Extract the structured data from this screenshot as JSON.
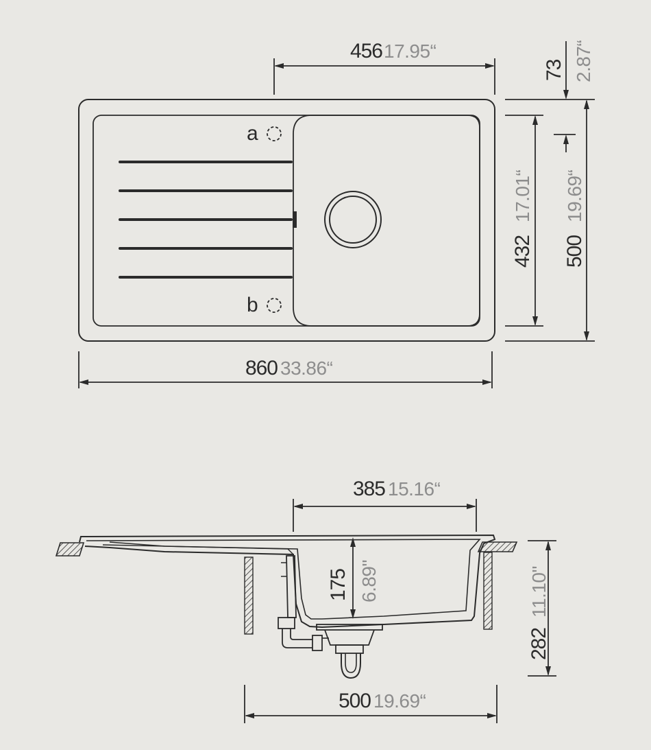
{
  "top_view": {
    "labels": {
      "a": "a",
      "b": "b"
    },
    "dims": {
      "bowl_width": {
        "mm": "456",
        "inch": "17.95“"
      },
      "front_offset": {
        "mm": "73",
        "inch": "2.87“"
      },
      "bowl_depth": {
        "mm": "432",
        "inch": "17.01“"
      },
      "overall_depth": {
        "mm": "500",
        "inch": "19.69“"
      },
      "overall_width": {
        "mm": "860",
        "inch": "33.86“"
      }
    }
  },
  "side_view": {
    "dims": {
      "bowl_top_width": {
        "mm": "385",
        "inch": "15.16“"
      },
      "bowl_height": {
        "mm": "175",
        "inch": "6.89\""
      },
      "total_height": {
        "mm": "282",
        "inch": "11.10\""
      },
      "cabinet_width": {
        "mm": "500",
        "inch": "19.69“"
      }
    }
  },
  "colors": {
    "background": "#e9e8e4",
    "line": "#2b2b2b",
    "inch_text": "#8d8d8d"
  }
}
